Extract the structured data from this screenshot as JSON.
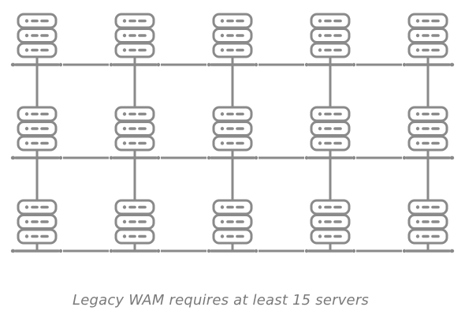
{
  "diagram": {
    "caption": "Legacy WAM requires at least 15 servers",
    "colors": {
      "stroke": "#8a8a8a",
      "dots": "#8a8a8a",
      "caption": "#7a7a7a"
    },
    "icon": "server-stack-icon",
    "grid": {
      "rows": 3,
      "cols": 5
    }
  }
}
